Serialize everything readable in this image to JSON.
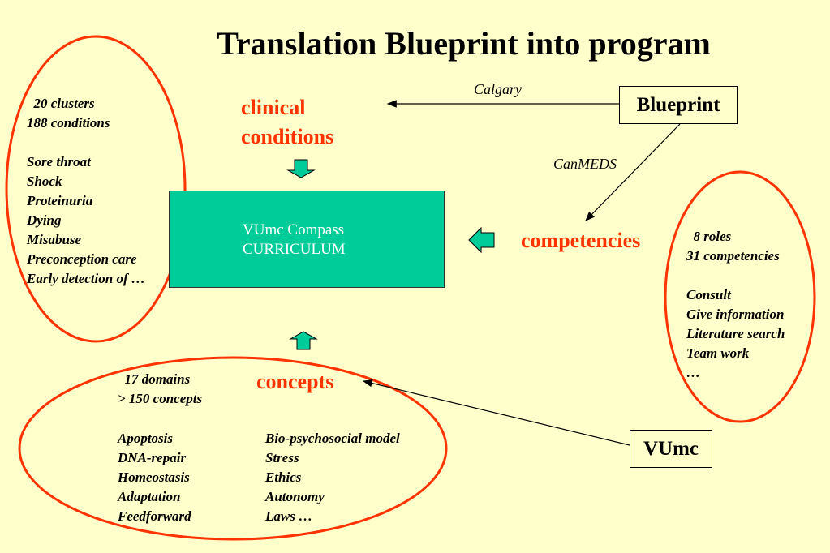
{
  "title": "Translation Blueprint into program",
  "clinical": {
    "label_line1": "clinical",
    "label_line2": "conditions",
    "lines": [
      "  20 clusters",
      "188 conditions",
      "",
      "Sore throat",
      "Shock",
      "Proteinuria",
      "Dying",
      "Misabuse",
      "Preconception care",
      "Early detection of …"
    ]
  },
  "curriculum": {
    "line1": "VUmc Compass",
    "line2": "CURRICULUM"
  },
  "competencies": {
    "label": "competencies",
    "lines": [
      "  8 roles",
      "31 competencies",
      "",
      "Consult",
      "Give information",
      "Literature search",
      "Team work",
      "…"
    ]
  },
  "concepts": {
    "label": "concepts",
    "header": [
      "  17 domains",
      "> 150 concepts"
    ],
    "col1": [
      "Apoptosis",
      "DNA-repair",
      "Homeostasis",
      "Adaptation",
      "Feedforward"
    ],
    "col2": [
      "Bio-psychosocial model",
      "Stress",
      "Ethics",
      "Autonomy",
      "Laws …"
    ]
  },
  "blueprint": "Blueprint",
  "vumc": "VUmc",
  "edge_labels": {
    "calgary": "Calgary",
    "canmeds": "CanMEDS"
  },
  "colors": {
    "background": "#ffffcc",
    "accent_red": "#ff3300",
    "curriculum_fill": "#00cc99",
    "block_arrow": "#00cc99"
  }
}
